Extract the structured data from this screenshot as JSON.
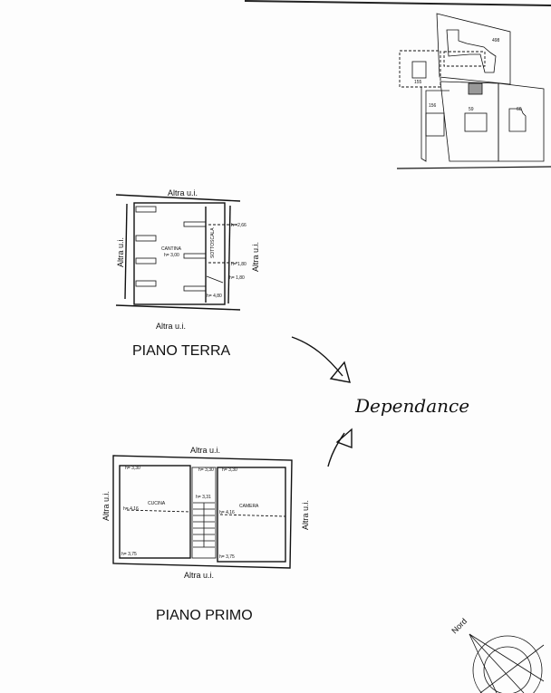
{
  "site_plan": {
    "parcels": [
      "498",
      "155",
      "156",
      "59",
      "60"
    ]
  },
  "ground_floor": {
    "title": "PIANO TERRA",
    "neighbor_top": "Altra u.i.",
    "neighbor_bottom": "Altra u.i.",
    "neighbor_left": "Altra u.i.",
    "neighbor_right": "Altra u.i.",
    "room_cantina": "CANTINA",
    "cantina_height": "h= 3,00",
    "room_sottoscala": "SOTTOSCALA",
    "h1": "h= 2,66",
    "h2": "h= 1,80",
    "h3": "h= 1,80",
    "h4": "h= 4,80"
  },
  "first_floor": {
    "title": "PIANO PRIMO",
    "neighbor_top": "Altra u.i.",
    "neighbor_bottom": "Altra u.i.",
    "neighbor_left": "Altra u.i.",
    "neighbor_right": "Altra u.i.",
    "room_cucina": "CUCINA",
    "room_camera": "CAMERA",
    "h_cucina_top": "h= 3,30",
    "h_stair_top": "h= 3,30",
    "h_camera_top": "h= 3,30",
    "h_stair_mid": "h= 3,31",
    "h_cucina_mid": "h= 4,16",
    "h_camera_mid": "h= 4,16",
    "h_cucina_bottom": "h= 3,75",
    "h_camera_bottom": "h= 3,75"
  },
  "annotation": {
    "handwritten": "Dependance"
  },
  "compass": {
    "label": "Nord"
  }
}
